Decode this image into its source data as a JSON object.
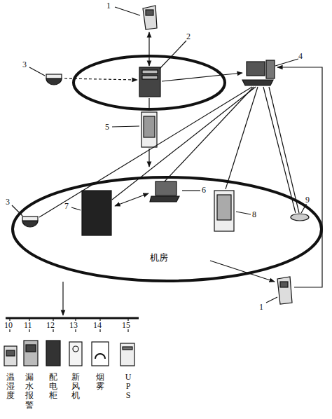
{
  "diagram": {
    "nodes": [
      {
        "text": [
          "机房"
        ]
      }
    ],
    "labels": [
      "1",
      "2",
      "3",
      "4",
      "5",
      "3",
      "6",
      "7",
      "8",
      "9",
      "1",
      "10",
      "11",
      "12",
      "13",
      "14",
      "15",
      "温湿度",
      "漏水报警",
      "配电柜",
      "新风机",
      "烟雾",
      "UPS"
    ]
  }
}
